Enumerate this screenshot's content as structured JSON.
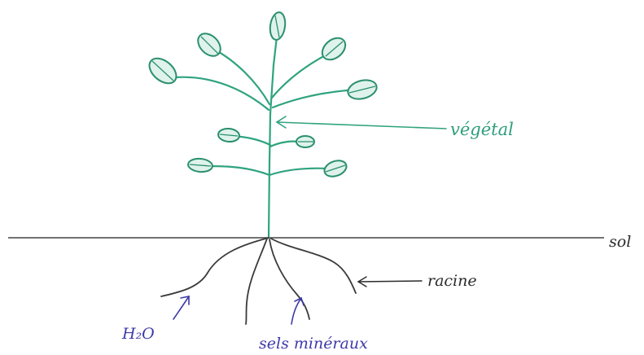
{
  "labels": {
    "plant": "végétal",
    "soil": "sol",
    "root": "racine",
    "water": "H₂O",
    "minerals": "sels minéraux"
  },
  "colors": {
    "plant": "#2fa37f",
    "roots": "#3a3a3a",
    "water_and_minerals": "#3d3aa8"
  }
}
